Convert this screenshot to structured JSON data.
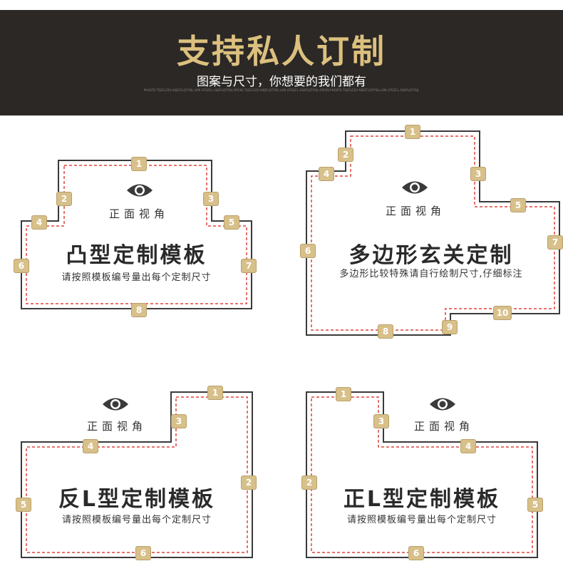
{
  "banner": {
    "title": "支持私人订制",
    "subtitle": "图案与尺寸，你想要的我们都有",
    "fine_print": "PHOSTO TSZCLFZU ASDCFLQTYSIL LIPK UTGZCL ASDFLQTYSIL OPCKS TSZCLFZU ASDFLQTYSIL LIPK UTGZCL ASDFLQTYSIL OPCKS PHOSTO TSZCLFZU ASDCFLQTYSIL LIPK UTGZCL ASDFLQTYSIL"
  },
  "colors": {
    "banner_bg": "#2b2826",
    "banner_title": "#dcc07e",
    "outline": "#3a3a3a",
    "dash": "#e0443c",
    "badge": "#d8c08a"
  },
  "panels": [
    {
      "title": "凸型定制模板",
      "caption": "正面视角",
      "note": "请按照模板编号量出每个定制尺寸",
      "eye_icon": "eye-icon",
      "badges": [
        "1",
        "2",
        "3",
        "4",
        "5",
        "6",
        "7",
        "8"
      ]
    },
    {
      "title": "多边形玄关定制",
      "caption": "正面视角",
      "note": "多边形比较特殊请自行绘制尺寸,仔细标注",
      "eye_icon": "eye-icon",
      "badges": [
        "1",
        "2",
        "3",
        "4",
        "5",
        "6",
        "7",
        "8",
        "9",
        "10"
      ]
    },
    {
      "title": "反L型定制模板",
      "caption": "正面视角",
      "note": "请按照模板编号量出每个定制尺寸",
      "eye_icon": "eye-icon",
      "badges": [
        "1",
        "2",
        "3",
        "4",
        "5",
        "6"
      ]
    },
    {
      "title": "正L型定制模板",
      "caption": "正面视角",
      "note": "请按照模板编号量出每个定制尺寸",
      "eye_icon": "eye-icon",
      "badges": [
        "1",
        "2",
        "3",
        "4",
        "5",
        "6"
      ]
    }
  ]
}
